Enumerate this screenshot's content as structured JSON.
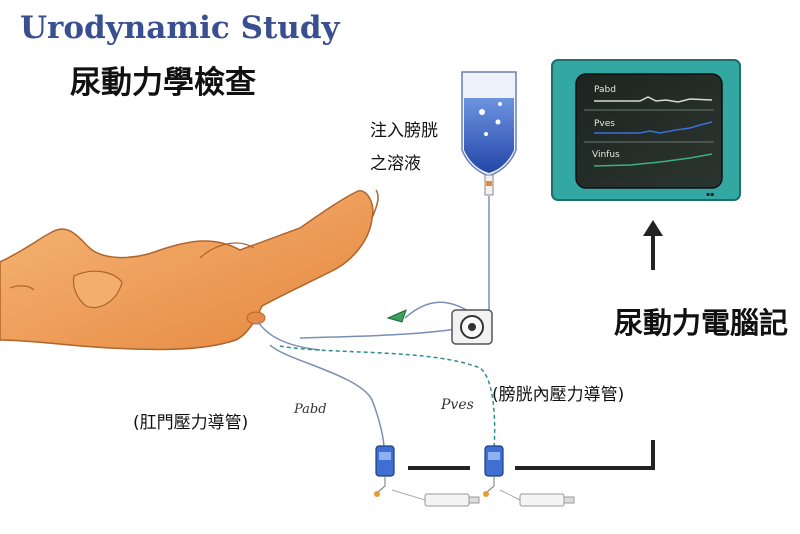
{
  "title_en": "Urodynamic Study",
  "title_zh": "尿動力學檢查",
  "infusion": {
    "line1": "注入膀胱",
    "line2": "之溶液"
  },
  "computer_label": "尿動力電腦記",
  "rectal_catheter": {
    "label": "(肛門壓力導管)",
    "tag": "Pabd"
  },
  "vesical_catheter": {
    "label": "(膀胱內壓力導管)",
    "tag": "Pves"
  },
  "monitor": {
    "traces": [
      {
        "label": "Pabd",
        "color": "#d8d8d8"
      },
      {
        "label": "Pves",
        "color": "#3b6fd6"
      },
      {
        "label": "Vinfus",
        "color": "#3fae84"
      }
    ]
  },
  "colors": {
    "title_en": "#3a4f8f",
    "patient": "#f0a35c",
    "monitor_bezel": "#2fa29c",
    "solution": "#2f5fc8"
  }
}
